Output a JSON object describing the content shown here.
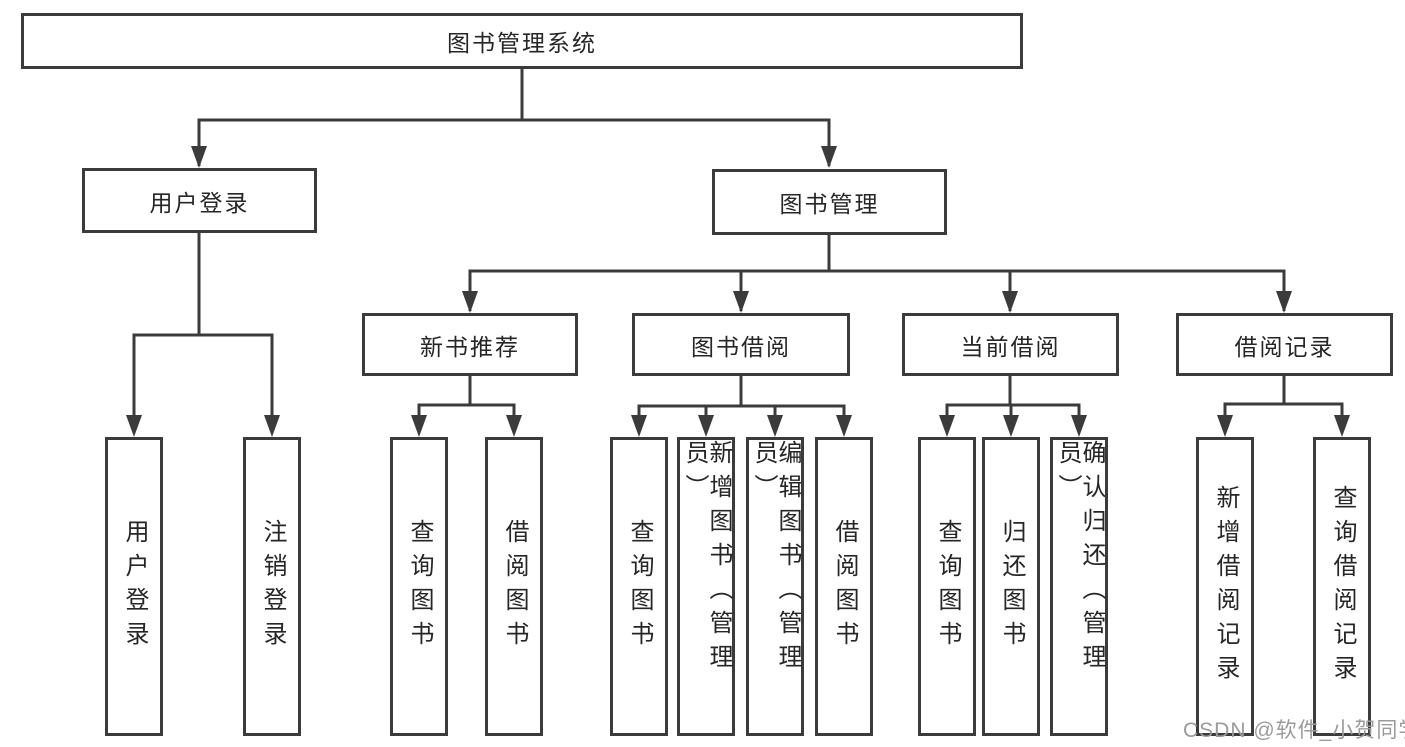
{
  "diagram_type": "hierarchy-tree",
  "tree": {
    "label": "图书管理系统",
    "children": [
      {
        "label": "用户登录",
        "children": [
          {
            "label": "用户登录"
          },
          {
            "label": "注销登录"
          }
        ]
      },
      {
        "label": "图书管理",
        "children": [
          {
            "label": "新书推荐",
            "children": [
              {
                "label": "查询图书"
              },
              {
                "label": "借阅图书"
              }
            ]
          },
          {
            "label": "图书借阅",
            "children": [
              {
                "label": "查询图书"
              },
              {
                "label": "新增图书（管理员）"
              },
              {
                "label": "编辑图书（管理员）"
              },
              {
                "label": "借阅图书"
              }
            ]
          },
          {
            "label": "当前借阅",
            "children": [
              {
                "label": "查询图书"
              },
              {
                "label": "归还图书"
              },
              {
                "label": "确认归还（管理员）"
              }
            ]
          },
          {
            "label": "借阅记录",
            "children": [
              {
                "label": "新增借阅记录"
              },
              {
                "label": "查询借阅记录"
              }
            ]
          }
        ]
      }
    ]
  },
  "watermark": {
    "text": "CSDN @软件_小贺同学"
  },
  "colors": {
    "background": "#ffffff",
    "stroke": "#3b3b3b",
    "text": "#262626",
    "watermark_text": "#9b9b9b"
  }
}
